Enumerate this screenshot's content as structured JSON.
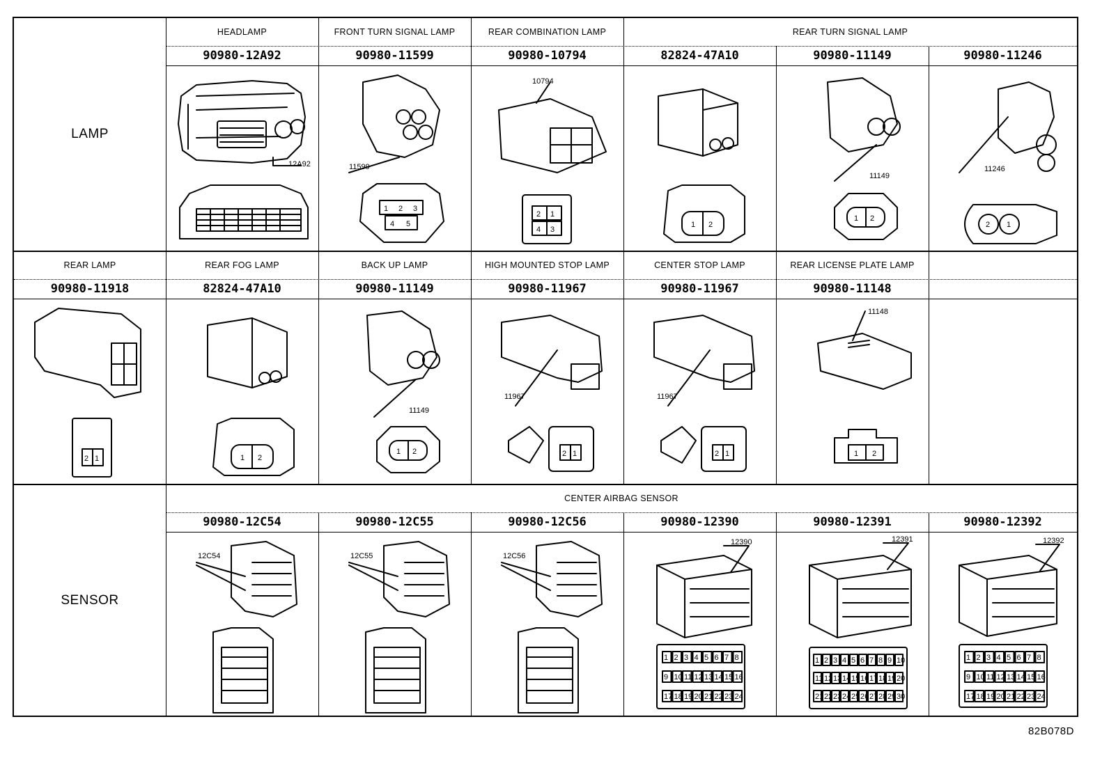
{
  "sections": [
    {
      "category": "LAMP",
      "columns": [
        {
          "name": "HEADLAMP",
          "part": "90980-12A92",
          "callout": "12A92"
        },
        {
          "name": "FRONT TURN SIGNAL LAMP",
          "part": "90980-11599",
          "callout": "11599"
        },
        {
          "name": "REAR COMBINATION LAMP",
          "part": "90980-10794",
          "callout": "10794"
        },
        {
          "name": "",
          "part": "82824-47A10",
          "callout": ""
        },
        {
          "name": "",
          "part": "90980-11149",
          "callout": "11149"
        },
        {
          "name": "",
          "part": "90980-11246",
          "callout": "11246"
        }
      ],
      "merged_name": "REAR TURN SIGNAL LAMP"
    },
    {
      "category": "",
      "columns": [
        {
          "name": "REAR LAMP",
          "part": "90980-11918",
          "callout": ""
        },
        {
          "name": "REAR FOG LAMP",
          "part": "82824-47A10",
          "callout": ""
        },
        {
          "name": "BACK UP LAMP",
          "part": "90980-11149",
          "callout": "11149"
        },
        {
          "name": "HIGH MOUNTED STOP LAMP",
          "part": "90980-11967",
          "callout": "11967"
        },
        {
          "name": "CENTER STOP LAMP",
          "part": "90980-11967",
          "callout": "11967"
        },
        {
          "name": "REAR LICENSE PLATE LAMP",
          "part": "90980-11148",
          "callout": "11148"
        },
        {
          "name": "",
          "part": "",
          "callout": ""
        }
      ]
    },
    {
      "category": "SENSOR",
      "merged_name": "CENTER AIRBAG SENSOR",
      "columns": [
        {
          "name": "",
          "part": "90980-12C54",
          "callout": "12C54"
        },
        {
          "name": "",
          "part": "90980-12C55",
          "callout": "12C55"
        },
        {
          "name": "",
          "part": "90980-12C56",
          "callout": "12C56"
        },
        {
          "name": "",
          "part": "90980-12390",
          "callout": "12390"
        },
        {
          "name": "",
          "part": "90980-12391",
          "callout": "12391"
        },
        {
          "name": "",
          "part": "90980-12392",
          "callout": "12392"
        }
      ]
    }
  ],
  "pins": {
    "p_11599": [
      "1",
      "2",
      "3",
      "4",
      "5"
    ],
    "p_10794": [
      "2",
      "1",
      "4",
      "3"
    ],
    "p_2": [
      "1",
      "2"
    ],
    "p_21": [
      "2",
      "1"
    ],
    "p_12390": [
      "1",
      "2",
      "3",
      "4",
      "5",
      "6",
      "7",
      "8",
      "9",
      "10",
      "11",
      "12",
      "13",
      "14",
      "15",
      "16",
      "17",
      "18",
      "19",
      "20",
      "21",
      "22",
      "23",
      "24"
    ],
    "p_12391": [
      "1",
      "2",
      "3",
      "4",
      "5",
      "6",
      "7",
      "8",
      "9",
      "10",
      "11",
      "12",
      "13",
      "14",
      "15",
      "16",
      "17",
      "18",
      "19",
      "20",
      "21",
      "22",
      "23",
      "24",
      "25",
      "26",
      "27",
      "28",
      "29",
      "30"
    ]
  },
  "figure_code": "82B078D",
  "colors": {
    "line": "#000000",
    "background": "#ffffff"
  }
}
